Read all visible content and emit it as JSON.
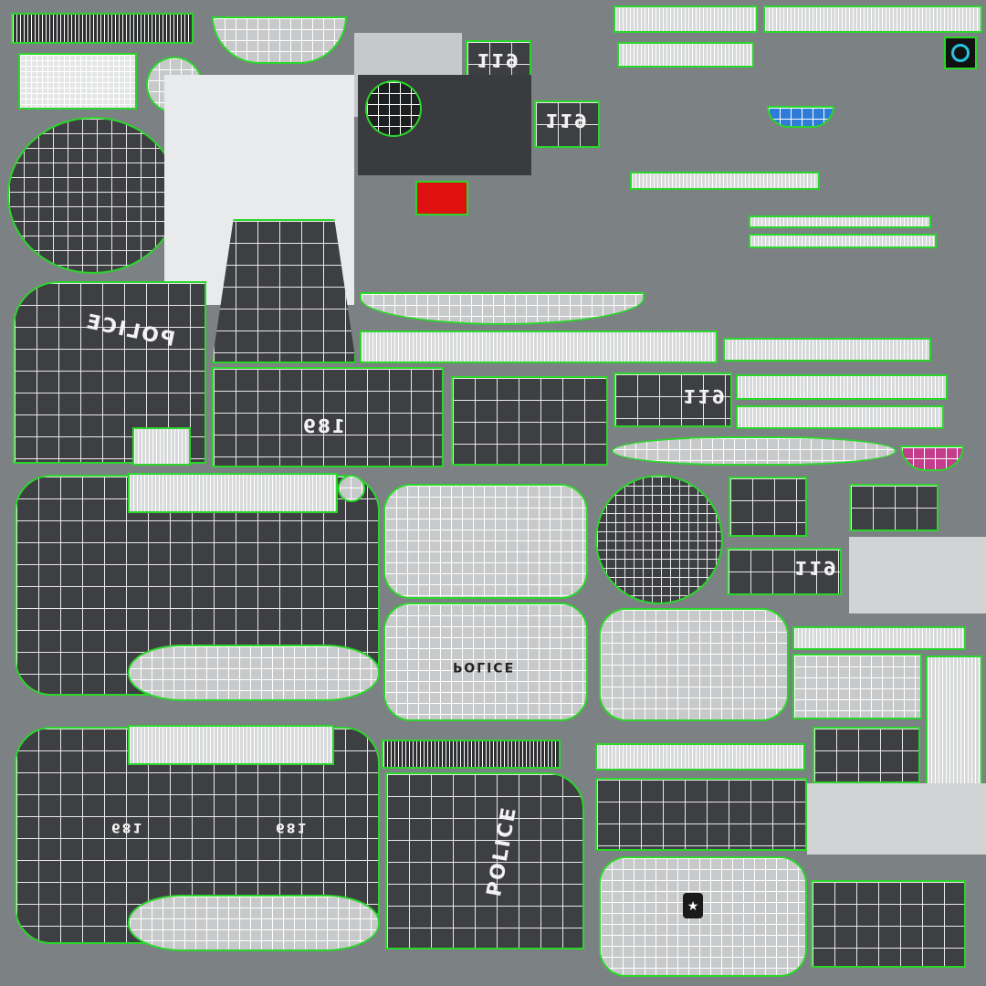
{
  "texture": {
    "background": "#7c8184",
    "seam_color": "#2bd62b",
    "wire_color": "#ffffff",
    "dark_fill": "#3e3f42",
    "light_fill": "#c8c9ca"
  },
  "labels": {
    "police_sleeve": "POLICE",
    "police_back": "POLICE",
    "police_chest": "POLICE",
    "unit_number_1": "119",
    "unit_number_2": "119",
    "unit_number_3": "119",
    "unit_number_4": "119",
    "unit_number_5": "189",
    "unit_number_6": "681",
    "unit_number_7": "681"
  },
  "accents": {
    "red_patch": "#e01010",
    "blue_badge": "#2e7bd8",
    "cyan_logo": "#27c4e0",
    "magenta_ring": "#c43c8c"
  }
}
